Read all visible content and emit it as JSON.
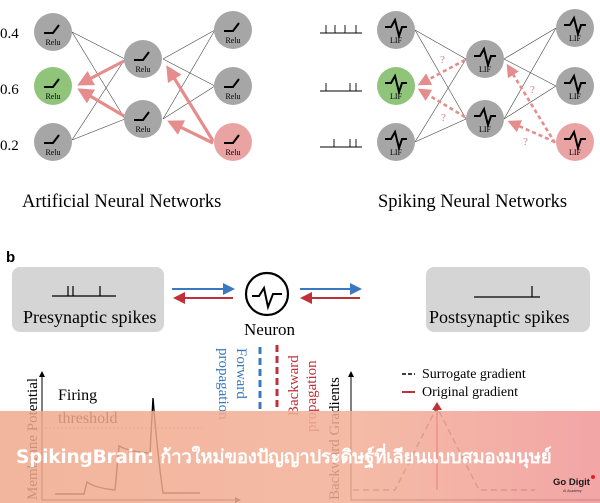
{
  "panel_a": {
    "ann": {
      "title": "Artificial Neural Networks",
      "input_values": [
        "0.4",
        "0.6",
        "0.2"
      ],
      "node_label": "Relu",
      "activation_icon": "relu-icon"
    },
    "snn": {
      "title": "Spiking Neural Networks",
      "node_label": "LIF",
      "activation_icon": "spike-waveform-icon",
      "question_mark": "?"
    }
  },
  "panel_b": {
    "label": "b",
    "presynaptic_label": "Presynaptic spikes",
    "postsynaptic_label": "Postsynaptic spikes",
    "neuron_label": "Neuron",
    "forward_label_1": "Forward",
    "forward_label_2": "propagation",
    "backward_label_1": "Backward",
    "backward_label_2": "propagation",
    "membrane_axis_label": "Membrane Potential",
    "firing_label": "Firing",
    "threshold_label": "threshold",
    "gradients_axis_label": "Backward Gradients",
    "legend": [
      {
        "label": "Surrogate gradient",
        "style": "dashed"
      },
      {
        "label": "Original gradient",
        "style": "solid"
      }
    ],
    "colors": {
      "forward": "#3a78c0",
      "backward": "#c0303a",
      "grad_node": "#e9a3a3",
      "target_node": "#8fc47a",
      "node": "#a6a6a6"
    }
  },
  "banner": {
    "title": "SpikingBrain: ก้าวใหม่ของปัญญาประดิษฐ์ที่เลียนแบบสมองมนุษย์",
    "logo": "Go Digit",
    "logo_sub": "AI Academy"
  }
}
